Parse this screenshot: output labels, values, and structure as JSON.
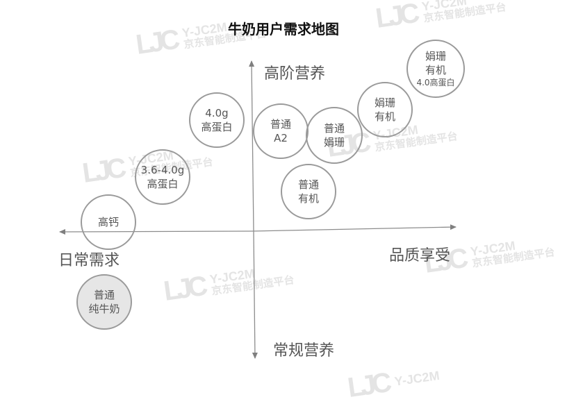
{
  "title": "牛奶用户需求地图",
  "axes": {
    "top": "高阶营养",
    "bottom": "常规营养",
    "left": "日常需求",
    "right": "品质享受"
  },
  "products": [
    {
      "line1": "普通",
      "line2": "纯牛奶",
      "line3": ""
    },
    {
      "line1": "高钙",
      "line2": "",
      "line3": ""
    },
    {
      "line1": "3.6-4.0g",
      "line2": "高蛋白",
      "line3": ""
    },
    {
      "line1": "4.0g",
      "line2": "高蛋白",
      "line3": ""
    },
    {
      "line1": "普通",
      "line2": "A2",
      "line3": ""
    },
    {
      "line1": "普通",
      "line2": "娟珊",
      "line3": ""
    },
    {
      "line1": "普通",
      "line2": "有机",
      "line3": ""
    },
    {
      "line1": "娟珊",
      "line2": "有机",
      "line3": ""
    },
    {
      "line1": "娟珊",
      "line2": "有机",
      "line3": "4.0高蛋白"
    }
  ],
  "watermark": {
    "top": "Y-JC2M",
    "bottom": "京东智能制造平台",
    "logo": "LJC"
  }
}
